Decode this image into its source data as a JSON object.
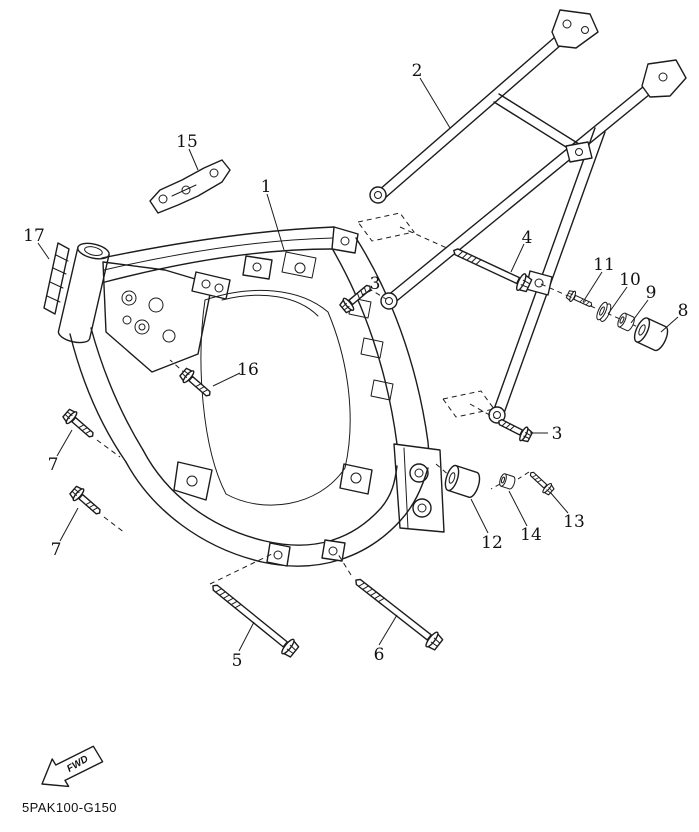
{
  "diagram": {
    "title": "frame-exploded-parts-diagram",
    "part_code": "5PAK100-G150",
    "fwd_label": "FWD",
    "colors": {
      "line": "#1c1c1c",
      "background": "#ffffff"
    },
    "icons": {
      "fwd_arrow": "forward-direction-arrow"
    },
    "callouts": [
      {
        "label": "1"
      },
      {
        "label": "2"
      },
      {
        "label": "3"
      },
      {
        "label": "3"
      },
      {
        "label": "4"
      },
      {
        "label": "5"
      },
      {
        "label": "6"
      },
      {
        "label": "7"
      },
      {
        "label": "7"
      },
      {
        "label": "8"
      },
      {
        "label": "9"
      },
      {
        "label": "10"
      },
      {
        "label": "11"
      },
      {
        "label": "12"
      },
      {
        "label": "13"
      },
      {
        "label": "14"
      },
      {
        "label": "15"
      },
      {
        "label": "16"
      },
      {
        "label": "17"
      }
    ]
  }
}
